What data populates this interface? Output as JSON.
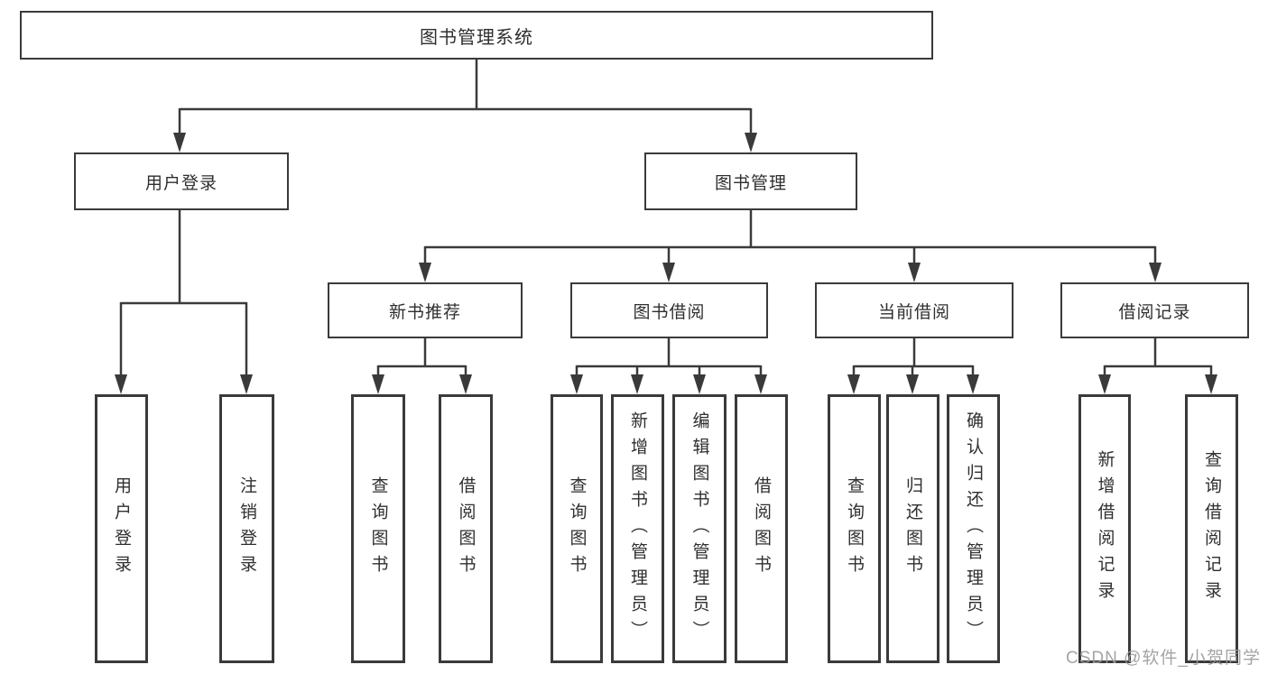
{
  "diagram": {
    "root": {
      "label": "图书管理系统"
    },
    "level2": {
      "user_login": "用户登录",
      "book_management": "图书管理"
    },
    "level3": {
      "new_book": "新书推荐",
      "book_borrow": "图书借阅",
      "current_borrow": "当前借阅",
      "borrow_records": "借阅记录"
    },
    "leaves": {
      "user_login": [
        "用户登录",
        "注销登录"
      ],
      "new_book": [
        "查询图书",
        "借阅图书"
      ],
      "book_borrow": [
        "查询图书",
        "新增图书（管理员）",
        "编辑图书（管理员）",
        "借阅图书"
      ],
      "current_borrow": [
        "查询图书",
        "归还图书",
        "确认归还（管理员）"
      ],
      "borrow_records": [
        "新增借阅记录",
        "查询借阅记录"
      ]
    },
    "colors": {
      "line": "#3a3a3a",
      "box_border": "#3a3a3a",
      "box_fill": "#ffffff",
      "text": "#2f2f2f",
      "watermark": "#9b9b9b"
    },
    "watermark": "CSDN @软件_小贺同学"
  }
}
